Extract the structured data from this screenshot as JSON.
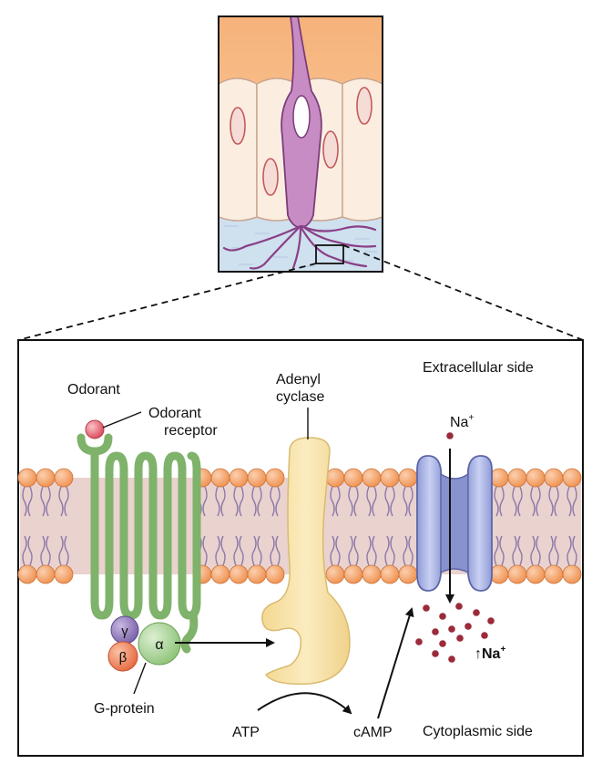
{
  "labels": {
    "extracellular_side": "Extracellular side",
    "cytoplasmic_side": "Cytoplasmic side",
    "odorant": "Odorant",
    "odorant_receptor_line1": "Odorant",
    "odorant_receptor_line2": "receptor",
    "adenyl_cyclase_line1": "Adenyl",
    "adenyl_cyclase_line2": "cyclase",
    "na_ion": "Na",
    "na_superscript": "+",
    "na_increase_arrow": "↑",
    "na_increase": "Na",
    "na_increase_superscript": "+",
    "g_protein": "G-protein",
    "gamma": "γ",
    "beta": "β",
    "alpha": "α",
    "atp": "ATP",
    "camp": "cAMP"
  },
  "colors": {
    "receptor_green": "#7fb26a",
    "membrane_pink": "#ead2cf",
    "phospholipid_orange": "#f4a56a",
    "cyclase_yellow": "#f6e3a8",
    "channel_blue": "#aeb8e6",
    "neuron_purple": "#c88cc4",
    "sodium_dot": "#9b2a3a",
    "odorant_red": "#e8707a",
    "gamma_purple": "#8f78b8",
    "beta_orange": "#ee8a66",
    "alpha_green": "#b3d9a2"
  }
}
